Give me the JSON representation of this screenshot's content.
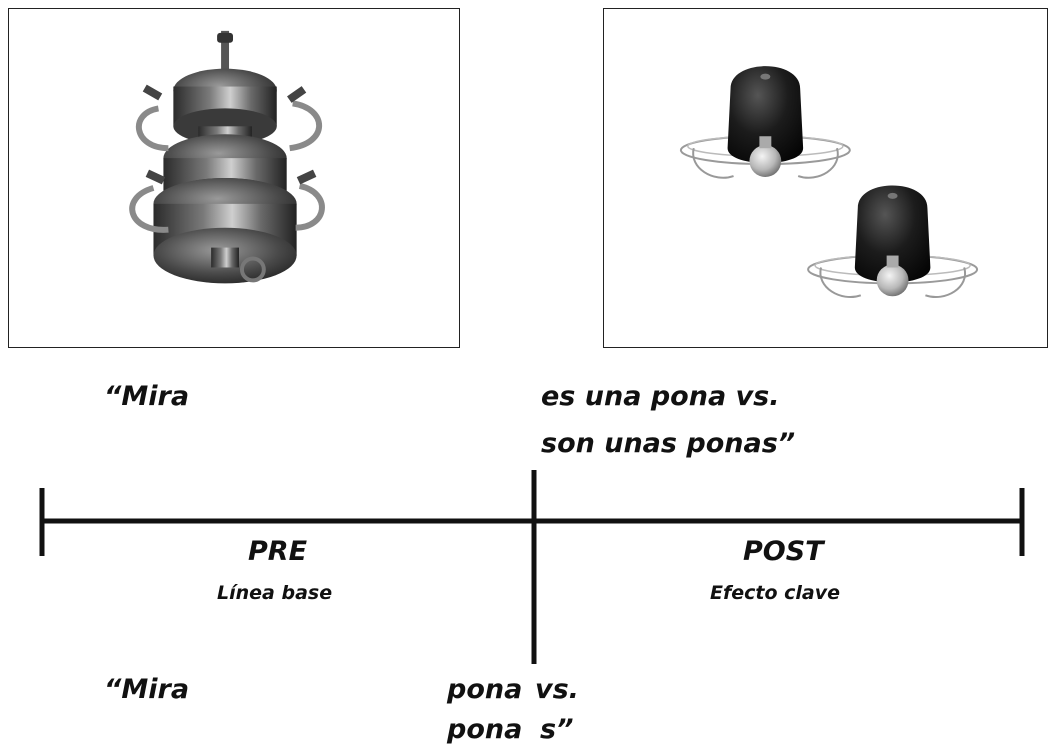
{
  "sentences": {
    "top_start": "“Mira",
    "top_line1": "es una pona vs.",
    "top_line2": "son unas ponas”",
    "bottom_start": "“Mira",
    "bottom_word1": "pona",
    "bottom_vs": "vs.",
    "bottom_word2": "pona",
    "bottom_suffix": "s”"
  },
  "phases": {
    "pre": {
      "label": "PRE",
      "sublabel": "Línea base"
    },
    "post": {
      "label": "POST",
      "sublabel": "Efecto clave"
    }
  },
  "colors": {
    "line": "#111111",
    "object_dark": "#2a2a2a",
    "object_mid": "#6b6b6b",
    "object_light": "#bdbdbd"
  }
}
